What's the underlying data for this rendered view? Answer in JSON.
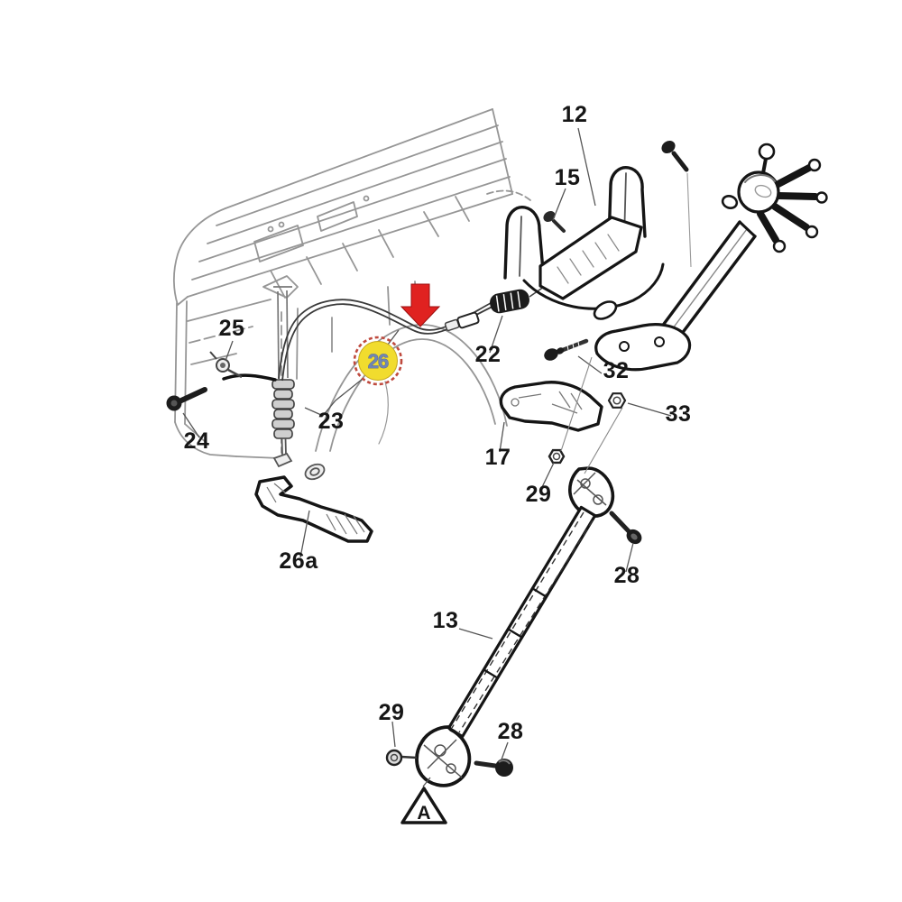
{
  "diagram": {
    "type": "exploded-parts-diagram",
    "subject": "Steering column and intermediate shaft parts diagram",
    "highlight": {
      "part": "26"
    },
    "datum_marker": "A",
    "colors": {
      "arrow_red": "#e02220",
      "highlight_fill": "#f1dc2e",
      "highlight_ring": "#bf4a3e",
      "highlight_text": "#7086b4",
      "line_bold": "#1a1a1a",
      "line_light": "#969696",
      "label_color": "#161616"
    },
    "labels": [
      {
        "text": "12"
      },
      {
        "text": "15"
      },
      {
        "text": "25"
      },
      {
        "text": "22"
      },
      {
        "text": "32"
      },
      {
        "text": "33"
      },
      {
        "text": "23"
      },
      {
        "text": "24"
      },
      {
        "text": "17"
      },
      {
        "text": "29"
      },
      {
        "text": "26a"
      },
      {
        "text": "28"
      },
      {
        "text": "13"
      },
      {
        "text": "29"
      },
      {
        "text": "28"
      }
    ]
  }
}
